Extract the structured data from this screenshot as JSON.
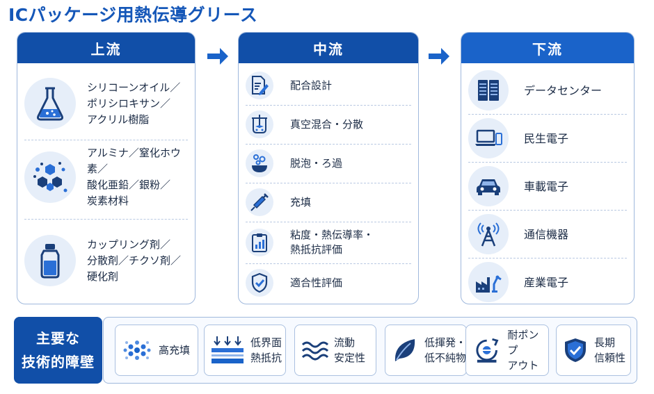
{
  "title": "ICパッケージ用熱伝導グリース",
  "colors": {
    "primary": "#114fa8",
    "accent": "#1a63c9",
    "light": "#e6eef9",
    "border": "#9fb8dc"
  },
  "upstream": {
    "header": "上流",
    "items": [
      {
        "icon": "flask-icon",
        "text": "シリコーンオイル／\nポリシロキサン／\nアクリル樹脂"
      },
      {
        "icon": "particles-icon",
        "text": "アルミナ／窒化ホウ素／\n酸化亜鉛／銀粉／\n炭素材料"
      },
      {
        "icon": "bottle-icon",
        "text": "カップリング剤／\n分散剤／チクソ剤／\n硬化剤"
      }
    ]
  },
  "midstream": {
    "header": "中流",
    "items": [
      {
        "icon": "document-edit-icon",
        "text": "配合設計"
      },
      {
        "icon": "mixer-tank-icon",
        "text": "真空混合・分散"
      },
      {
        "icon": "bubbles-bowl-icon",
        "text": "脱泡・ろ過"
      },
      {
        "icon": "syringe-icon",
        "text": "充填"
      },
      {
        "icon": "clipboard-chart-icon",
        "text": "粘度・熱伝導率・\n熱抵抗評価"
      },
      {
        "icon": "shield-check-icon",
        "text": "適合性評価"
      }
    ]
  },
  "downstream": {
    "header": "下流",
    "items": [
      {
        "icon": "server-icon",
        "text": "データセンター"
      },
      {
        "icon": "laptop-phone-icon",
        "text": "民生電子"
      },
      {
        "icon": "car-icon",
        "text": "車載電子"
      },
      {
        "icon": "antenna-tower-icon",
        "text": "通信機器"
      },
      {
        "icon": "factory-robot-icon",
        "text": "産業電子"
      }
    ]
  },
  "tech_barriers": {
    "label": "主要な\n技術的障壁",
    "items": [
      {
        "icon": "dots-cluster-icon",
        "text": "高充填"
      },
      {
        "icon": "layers-arrows-icon",
        "text": "低界面\n熱抵抗"
      },
      {
        "icon": "waves-icon",
        "text": "流動\n安定性"
      },
      {
        "icon": "leaf-icon",
        "text": "低揮発・\n低不純物"
      },
      {
        "icon": "pump-out-icon",
        "text": "耐ポンプ\nアウト"
      },
      {
        "icon": "shield-check-icon",
        "text": "長期\n信頼性"
      }
    ]
  }
}
